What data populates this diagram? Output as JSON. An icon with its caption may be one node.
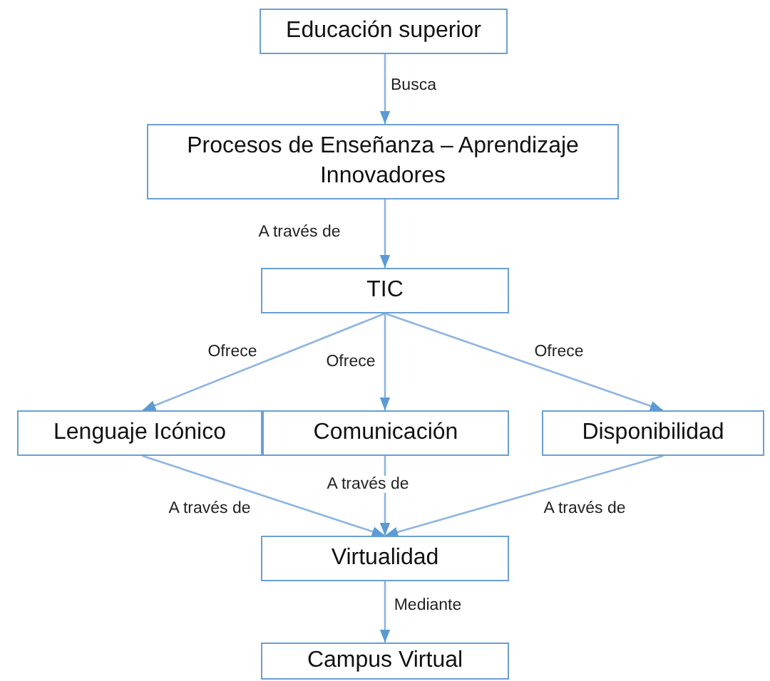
{
  "diagram": {
    "nodes": [
      {
        "text": [
          "Educación superior"
        ]
      },
      {
        "text": [
          "Procesos de Enseñanza – Aprendizaje Innovadores"
        ]
      },
      {
        "text": [
          "TIC"
        ]
      },
      {
        "text": [
          "Lenguaje Icónico"
        ]
      },
      {
        "text": [
          "Comunicación"
        ]
      },
      {
        "text": [
          "Disponibilidad"
        ]
      },
      {
        "text": [
          "Virtualidad"
        ]
      },
      {
        "text": [
          "Campus Virtual"
        ]
      }
    ],
    "edges": [
      {
        "from": 0,
        "to": 1,
        "arrow": "to",
        "label": "Busca"
      },
      {
        "from": 1,
        "to": 2,
        "arrow": "to",
        "label": "A través de"
      },
      {
        "from": 2,
        "to": 3,
        "arrow": "to",
        "label": "Ofrece"
      },
      {
        "from": 2,
        "to": 4,
        "arrow": "to",
        "label": "Ofrece"
      },
      {
        "from": 2,
        "to": 5,
        "arrow": "to",
        "label": "Ofrece"
      },
      {
        "from": 4,
        "to": 6,
        "arrow": "to",
        "label": "A través de"
      },
      {
        "from": 3,
        "to": 6,
        "arrow": "to",
        "label": "A través de"
      },
      {
        "from": 5,
        "to": 6,
        "arrow": "to",
        "label": "A través de"
      },
      {
        "from": 6,
        "to": 7,
        "arrow": "to",
        "label": "Mediante"
      }
    ]
  }
}
